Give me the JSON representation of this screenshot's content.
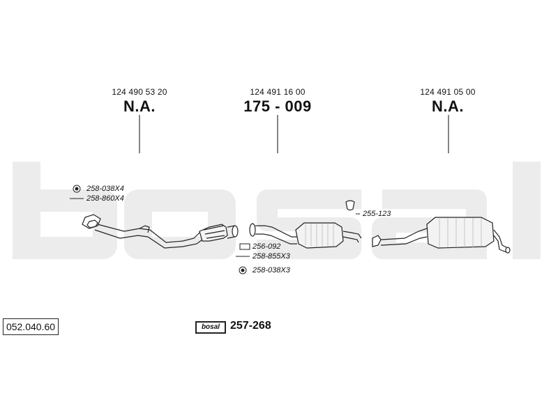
{
  "watermark": "bosal",
  "components": [
    {
      "oe_number": "124 490 53 20",
      "ref": "N.A."
    },
    {
      "oe_number": "124 491 16 00",
      "ref": "175 - 009"
    },
    {
      "oe_number": "124 491 05 00",
      "ref": "N.A."
    }
  ],
  "parts": {
    "p1": "258-038X4",
    "p2": "258-860X4",
    "p3": "255-123",
    "p4": "256-092",
    "p5": "258-855X3",
    "p6": "258-038X3"
  },
  "diagram_id": "052.040.60",
  "kit": {
    "brand": "bosal",
    "number": "257-268"
  }
}
